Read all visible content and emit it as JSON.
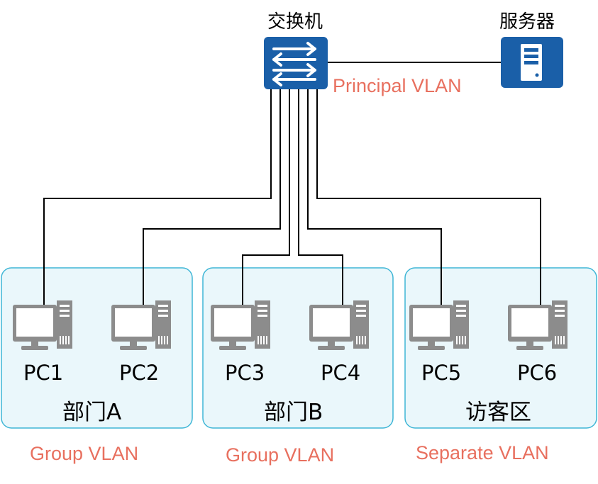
{
  "switch": {
    "label": "交换机",
    "icon": "switch-icon",
    "color": "#1a5fa8"
  },
  "server": {
    "label": "服务器",
    "icon": "server-icon",
    "color": "#1a5fa8"
  },
  "principal_vlan": "Principal VLAN",
  "groups": [
    {
      "label": "部门A",
      "vlan": "Group VLAN",
      "pcs": [
        "PC1",
        "PC2"
      ]
    },
    {
      "label": "部门B",
      "vlan": "Group VLAN",
      "pcs": [
        "PC3",
        "PC4"
      ]
    },
    {
      "label": "访客区",
      "vlan": "Separate VLAN",
      "pcs": [
        "PC5",
        "PC6"
      ]
    }
  ],
  "colors": {
    "vlan_text": "#e8705f",
    "group_border": "#3fb6d6",
    "group_fill": "#eaf7fb",
    "pc_gray": "#8c8c8c"
  }
}
